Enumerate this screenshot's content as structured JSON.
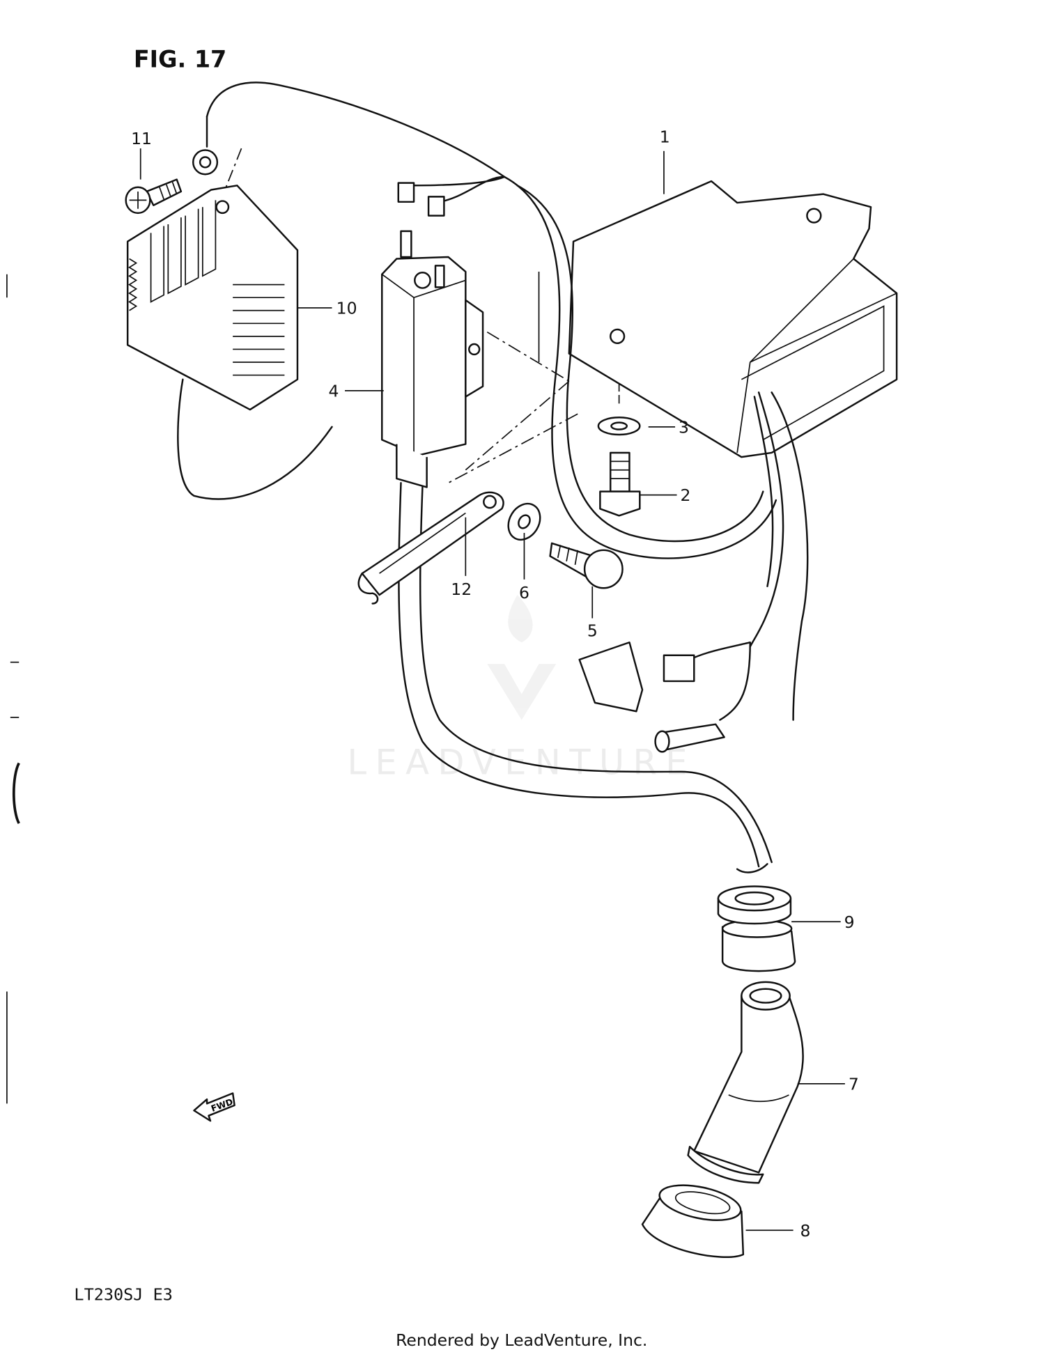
{
  "figure": {
    "title": "FIG. 17",
    "model_code": "LT230SJ E3",
    "credit": "Rendered by LeadVenture, Inc.",
    "watermark": "LEADVENTURE",
    "direction_marker": "FWD"
  },
  "callouts": [
    {
      "number": "1",
      "part": "igniter-unit"
    },
    {
      "number": "2",
      "part": "bolt"
    },
    {
      "number": "3",
      "part": "washer"
    },
    {
      "number": "4",
      "part": "ignition-coil"
    },
    {
      "number": "5",
      "part": "bolt"
    },
    {
      "number": "6",
      "part": "washer"
    },
    {
      "number": "7",
      "part": "boot"
    },
    {
      "number": "8",
      "part": "cap"
    },
    {
      "number": "9",
      "part": "grommet"
    },
    {
      "number": "10",
      "part": "regulator-rectifier"
    },
    {
      "number": "11",
      "part": "screw"
    },
    {
      "number": "12",
      "part": "clamp"
    }
  ]
}
